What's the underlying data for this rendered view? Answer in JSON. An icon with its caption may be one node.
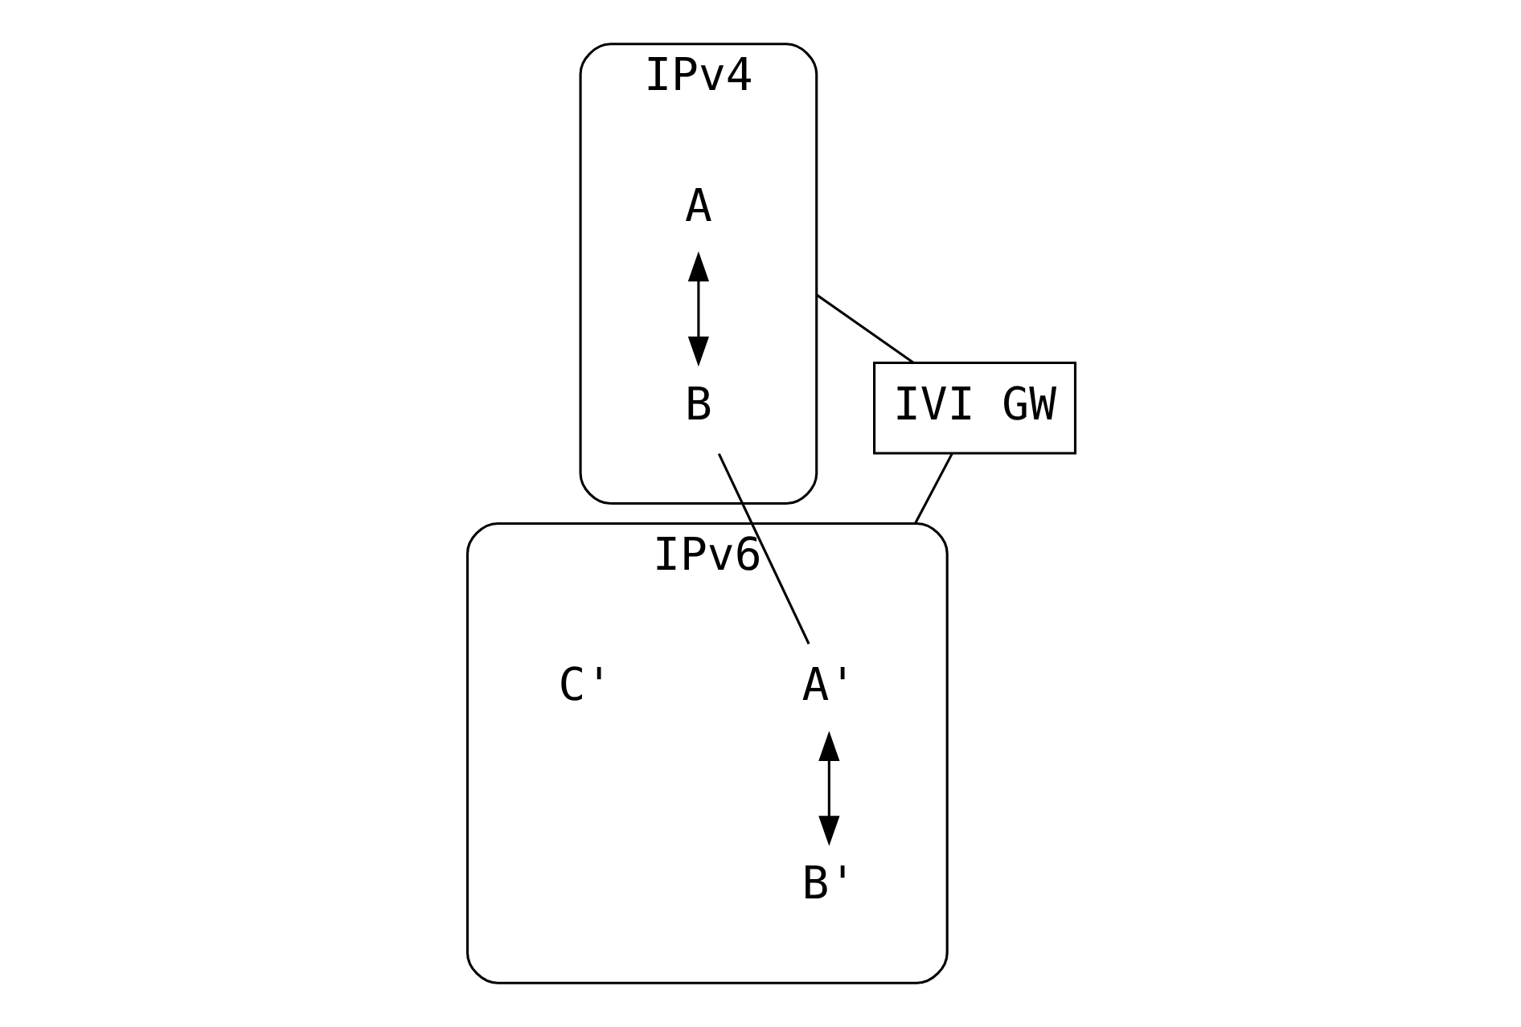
{
  "diagram": {
    "nodes": [
      {
        "text": [
          "IPv4"
        ]
      },
      {
        "text": [
          "A"
        ],
        "in": 0
      },
      {
        "text": [
          "B"
        ],
        "in": 0
      },
      {
        "text": [
          "IVI GW"
        ]
      },
      {
        "text": [
          "IPv6"
        ]
      },
      {
        "text": [
          "A'"
        ],
        "in": 4
      },
      {
        "text": [
          "B'"
        ],
        "in": 4
      },
      {
        "text": [
          "C'"
        ],
        "in": 4
      }
    ],
    "edges": [
      {
        "from": 1,
        "to": 2,
        "arrow": "both"
      },
      {
        "from": 0,
        "to": 3,
        "arrow": "none"
      },
      {
        "from": 3,
        "to": 4,
        "arrow": "none"
      },
      {
        "from": 2,
        "to": 5,
        "arrow": "none"
      },
      {
        "from": 5,
        "to": 6,
        "arrow": "both"
      }
    ]
  }
}
